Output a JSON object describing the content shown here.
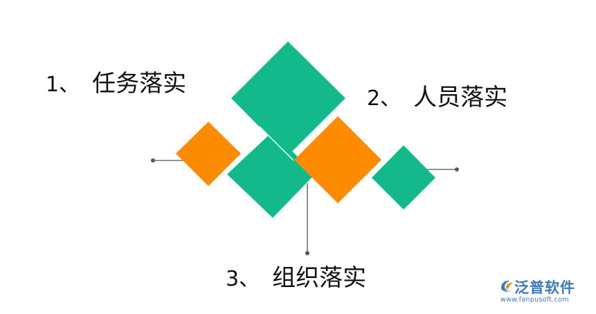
{
  "labels": [
    {
      "number": "1",
      "separator": "、",
      "text": "任务落实"
    },
    {
      "number": "2",
      "separator": "、",
      "text": "人员落实"
    },
    {
      "number": "3",
      "separator": "、",
      "text": "组织落实"
    }
  ],
  "colors": {
    "green": "#13b98b",
    "orange": "#fd8b00",
    "connector": "#555555",
    "text": "#111111",
    "logo_blue": "#3d78b8",
    "logo_orange": "#f08a1c"
  },
  "logo": {
    "name": "泛普软件",
    "url": "www.fanpusoft.com",
    "icon": "swirl-logo-icon"
  }
}
